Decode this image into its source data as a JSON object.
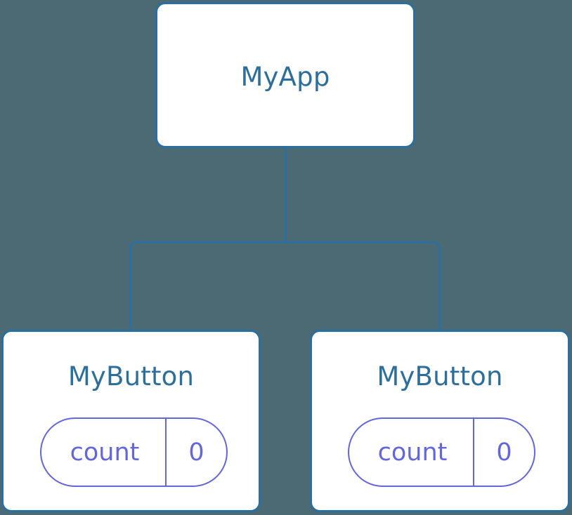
{
  "diagram": {
    "type": "component-tree",
    "background_color": "#4c6a73",
    "node_border_color": "#2a6f9e",
    "node_fill_color": "#ffffff",
    "node_label_color": "#2d6f9c",
    "state_pill_color": "#6366dd",
    "edge_color": "#2a6f9e",
    "root": {
      "name": "root-node",
      "label": "MyApp"
    },
    "children": [
      {
        "name": "child-node-0",
        "label": "MyButton",
        "state": {
          "key": "count",
          "value": "0"
        }
      },
      {
        "name": "child-node-1",
        "label": "MyButton",
        "state": {
          "key": "count",
          "value": "0"
        }
      }
    ],
    "edges": [
      {
        "from": "MyApp",
        "to": "MyButton"
      },
      {
        "from": "MyApp",
        "to": "MyButton"
      }
    ]
  }
}
